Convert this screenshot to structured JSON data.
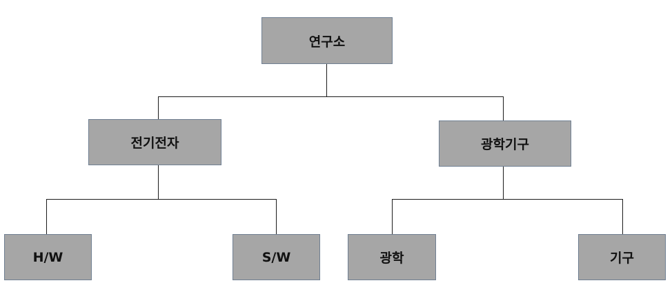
{
  "org_chart": {
    "root": {
      "label": "연구소"
    },
    "divisions": [
      {
        "label": "전기전자",
        "teams": [
          {
            "label": "H/W"
          },
          {
            "label": "S/W"
          }
        ]
      },
      {
        "label": "광학기구",
        "teams": [
          {
            "label": "광학"
          },
          {
            "label": "기구"
          }
        ]
      }
    ]
  },
  "colors": {
    "box_fill": "#a6a6a6",
    "box_border": "#6f7f92",
    "connector": "#1a1a1a",
    "text": "#111111"
  }
}
